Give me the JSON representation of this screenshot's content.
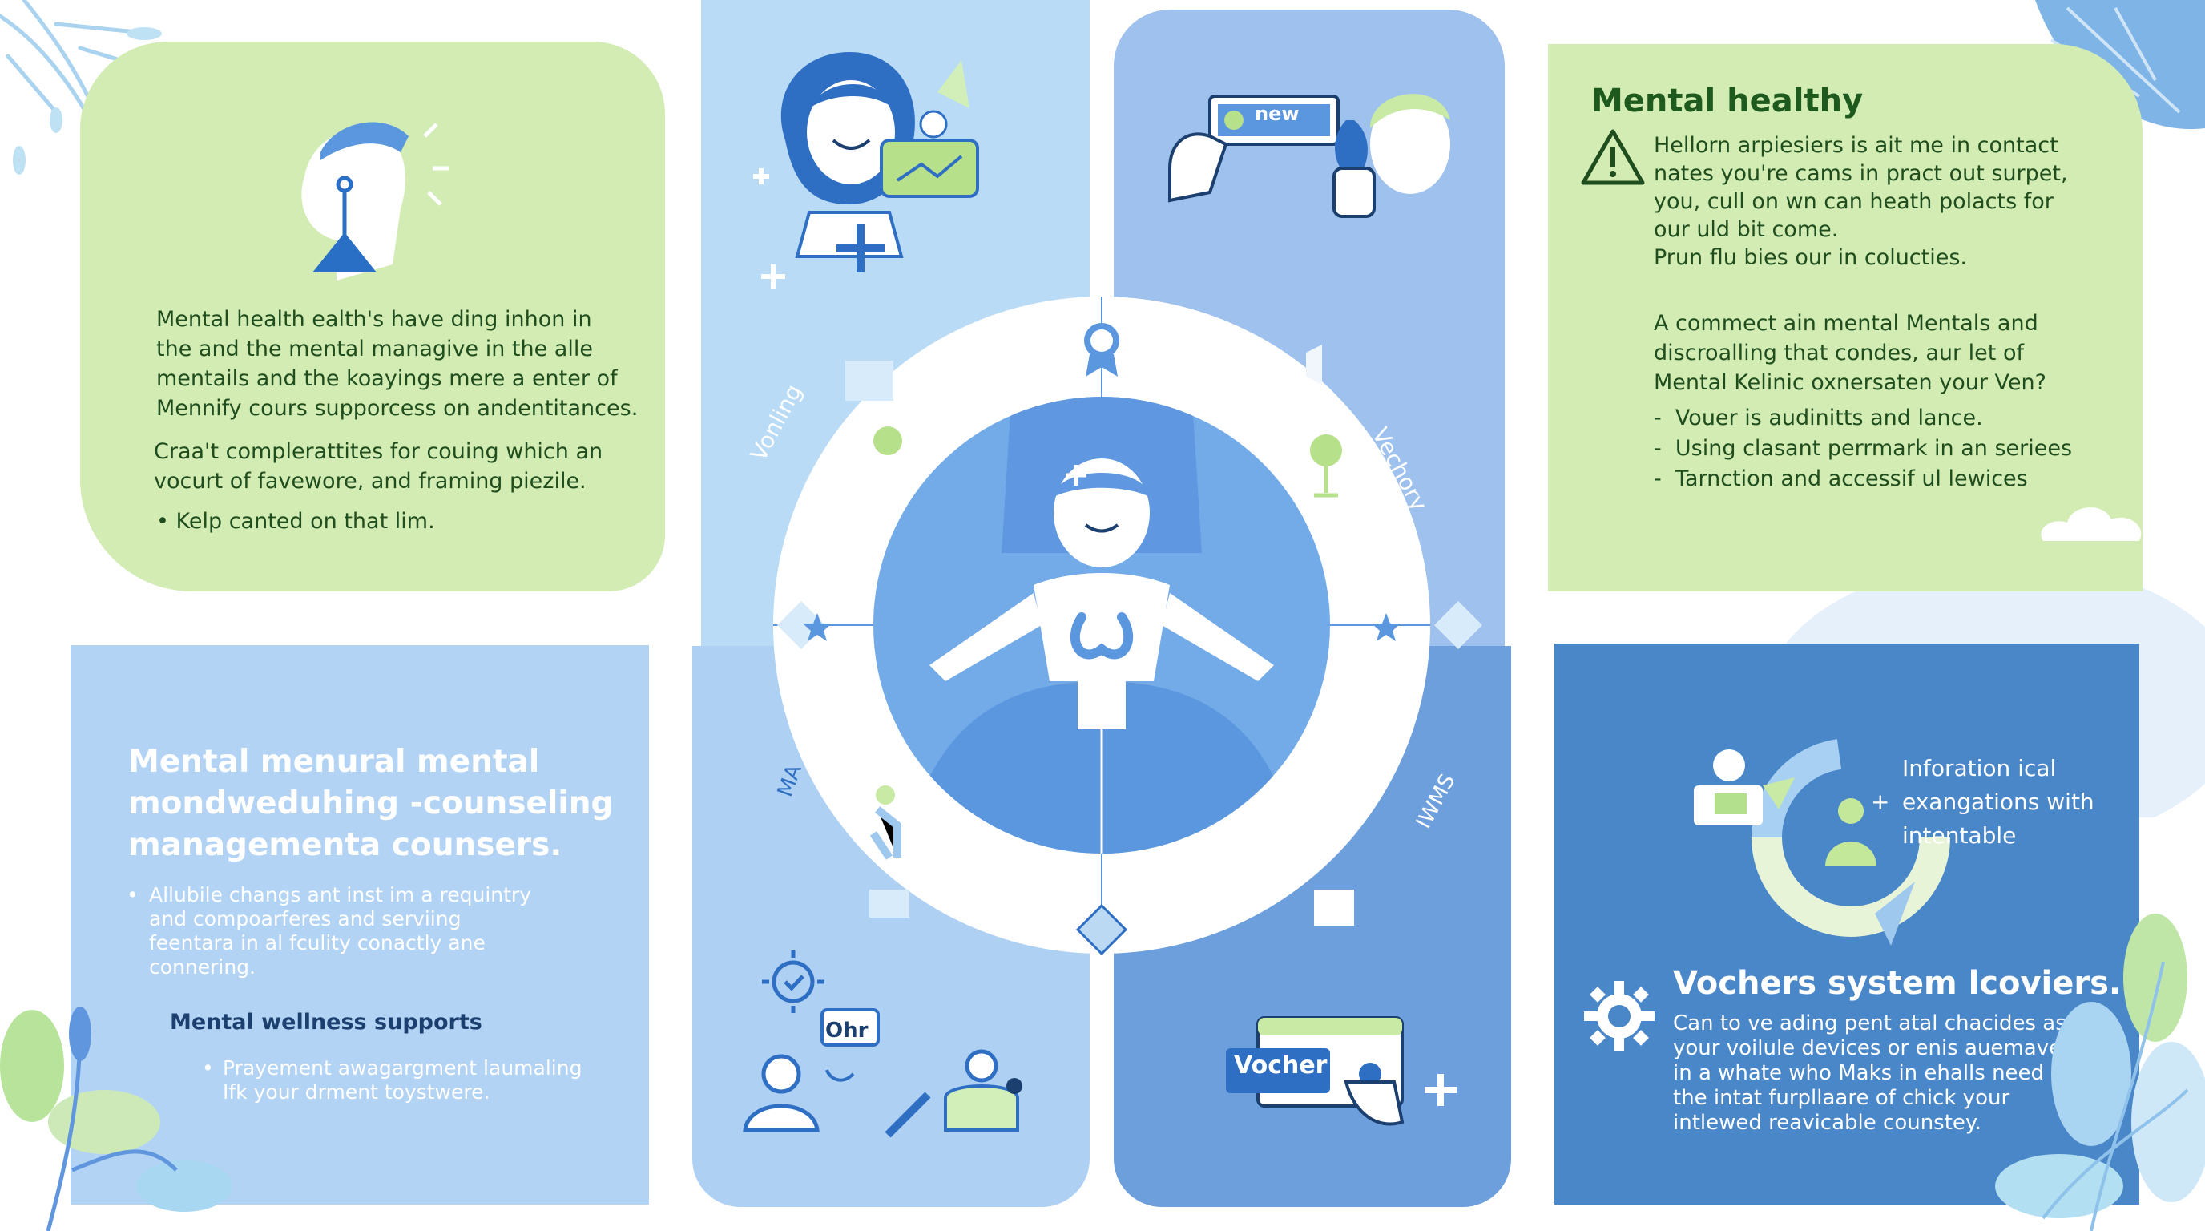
{
  "colors": {
    "green_panel": "#d2ecb3",
    "light_blue_panel": "#b9d9f4",
    "mid_blue_panel": "#9dc0ec",
    "dark_blue_panel": "#4a87c8",
    "circle_blue": "#73abe8",
    "dark_green_text": "#1f4d1d",
    "dark_blue_text": "#1b3f6e",
    "white": "#ffffff"
  },
  "top_left": {
    "icon": "head-profile-icon",
    "lines": [
      "Mental health ealth's have ding inhon in",
      "the and the mental managive in the alle",
      "mentails and the koayings mere a enter of",
      "Mennify cours supporcess on andentitances."
    ],
    "para2": [
      "Craa't complerattites for couing which an",
      "vocurt of favewore, and  framing piezile."
    ],
    "bullet": "Kelp canted on that lim."
  },
  "top_right": {
    "title": "Mental healthy",
    "icon": "warning-icon",
    "lines": [
      "Hellorn arpiesiers is ait me in contact",
      "nates you're cams in pract out surpet,",
      "you, cull on wn can heath polacts for",
      "our uld bit come.",
      "Prun flu bies our in colucties."
    ],
    "para2": [
      "A commect ain mental Mentals and",
      "discroalling that condes, aur let of",
      "Mental Kelinic oxnersaten your Ven?"
    ],
    "bullets": [
      "Vouer is audinitts and lance.",
      "Using clasant perrmark in an seriees",
      "Tarnction and accessif ul lewices"
    ]
  },
  "bottom_left": {
    "title": [
      "Mental menural mental",
      "mondweduhing -counseling",
      "managementa counsers."
    ],
    "bullet1": [
      "Allubile changs ant inst im a requintry",
      "and compoarferes and serviing",
      "feentara in al fculity conactly ane",
      "connering."
    ],
    "subtitle": "Mental wellness supports",
    "bullet2": [
      "Prayement awagargment laumaling",
      "Ifk your drment toystwere."
    ]
  },
  "bottom_right": {
    "chart_label": [
      "Inforation ical",
      "exangations with",
      "intentable"
    ],
    "title": "Vochers system lcoviers.",
    "icon": "gear-icon",
    "lines": [
      "Can to ve ading pent atal chacides as",
      "your voilule devices or enis auemave",
      "in a whate who Maks in ehalls need",
      "the intat furpllaare of chick your",
      "intlewed reavicable counstey."
    ]
  },
  "center": {
    "ring_left": "Vonling",
    "ring_right": "Vechory",
    "ring_bottom_left": "MA",
    "ring_bottom_right": "IWMS",
    "card_new": "new",
    "bubble_ohr": "Ohr",
    "vocher_label": "Vocher"
  }
}
